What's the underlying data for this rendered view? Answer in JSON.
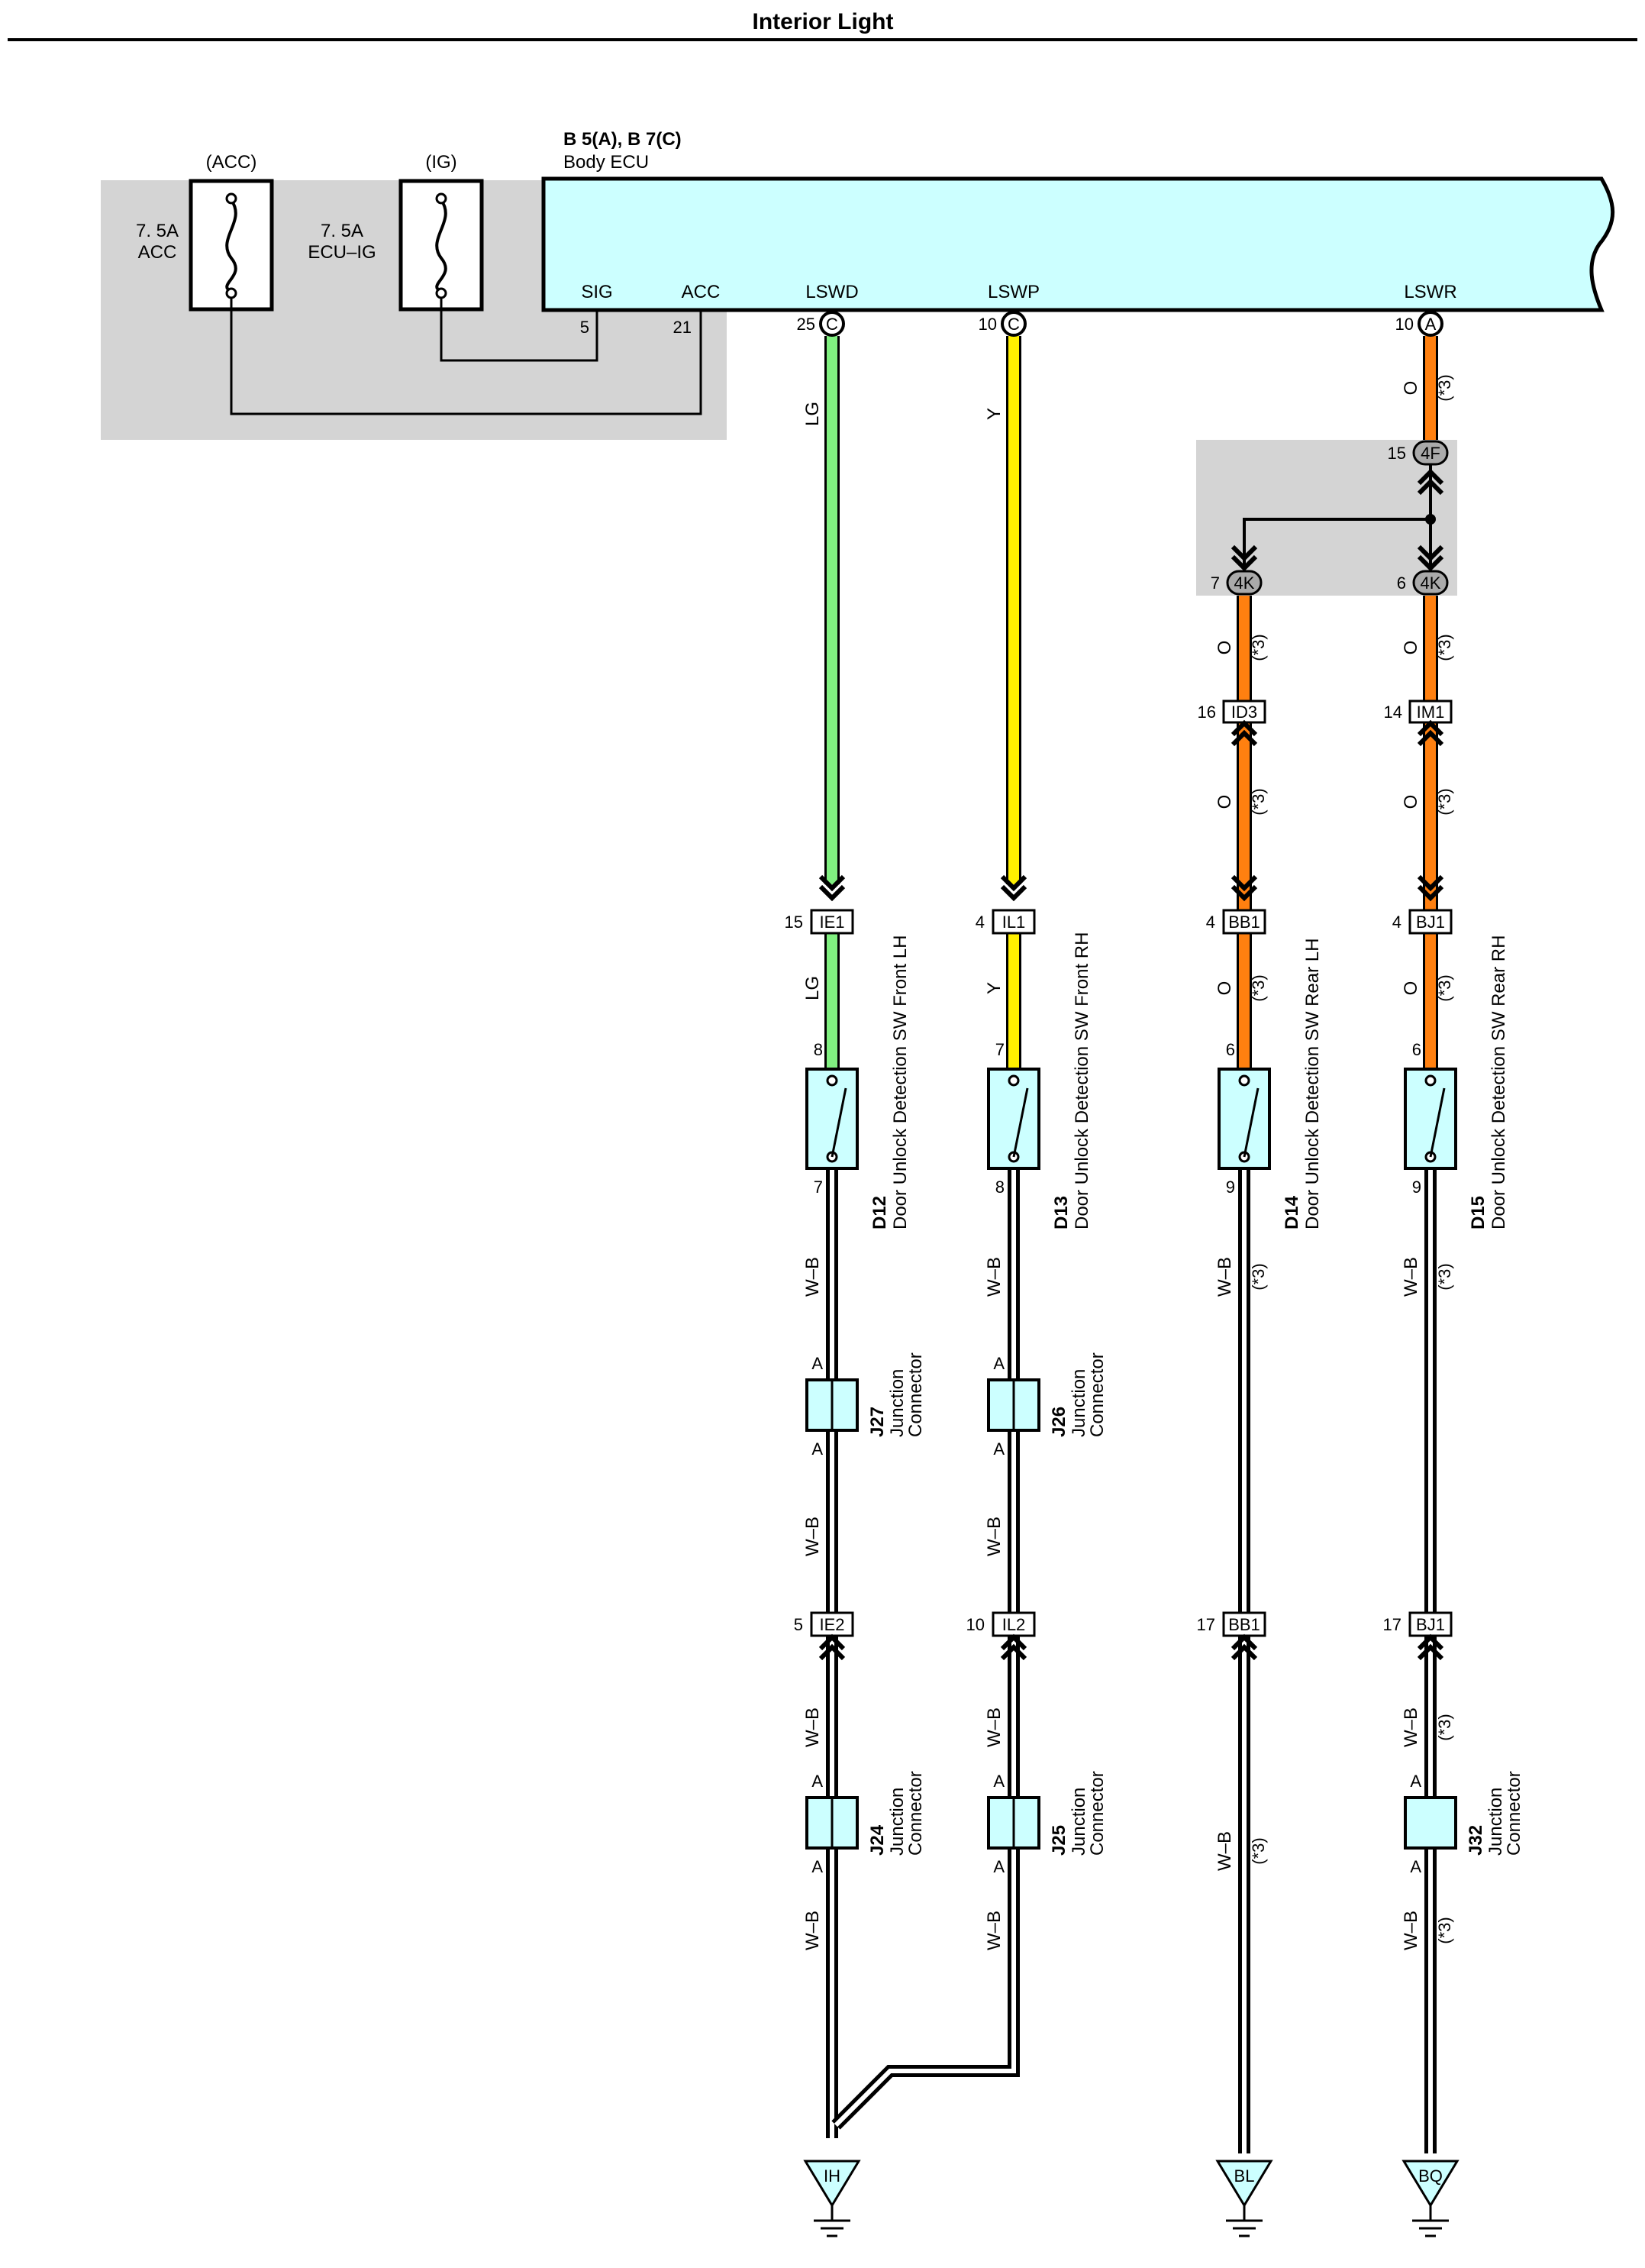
{
  "title": "Interior Light",
  "colors": {
    "ecu_fill": "#ccffff",
    "shade": "#d4d4d4",
    "LG": "#80f080",
    "Y": "#fff000",
    "O": "#ff8010"
  },
  "fuses": [
    {
      "position": "(ACC)",
      "rating": "7. 5A",
      "name": "ACC"
    },
    {
      "position": "(IG)",
      "rating": "7. 5A",
      "name": "ECU–IG"
    }
  ],
  "ecu": {
    "code": "B 5(A), B 7(C)",
    "name": "Body ECU",
    "terminals": {
      "sig": "SIG",
      "acc": "ACC",
      "lswd": "LSWD",
      "lswp": "LSWP",
      "lswr": "LSWR"
    },
    "pins": {
      "sig": "5",
      "acc": "21",
      "lswd_num": "25",
      "lswd_conn": "C",
      "lswp_num": "10",
      "lswp_conn": "C",
      "lswr_num": "10",
      "lswr_conn": "A"
    }
  },
  "note": "(*3)",
  "wire_colors": {
    "lg": "LG",
    "y": "Y",
    "o": "O",
    "wb": "W–B"
  },
  "junction_4f": {
    "pin": "15",
    "label": "4F"
  },
  "junction_4k": [
    {
      "pin": "7",
      "label": "4K"
    },
    {
      "pin": "6",
      "label": "4K"
    }
  ],
  "connectors": {
    "id3": {
      "pin": "16",
      "label": "ID3"
    },
    "im1": {
      "pin": "14",
      "label": "IM1"
    },
    "ie1": {
      "pin": "15",
      "label": "IE1"
    },
    "il1": {
      "pin": "4",
      "label": "IL1"
    },
    "bb1": {
      "pin": "4",
      "label": "BB1"
    },
    "bj1": {
      "pin": "4",
      "label": "BJ1"
    },
    "ie2": {
      "pin": "5",
      "label": "IE2"
    },
    "il2": {
      "pin": "10",
      "label": "IL2"
    },
    "bb1_lower": {
      "pin": "17",
      "label": "BB1"
    },
    "bj1_lower": {
      "pin": "17",
      "label": "BJ1"
    }
  },
  "switches": [
    {
      "code": "D12",
      "name": "Door Unlock Detection SW Front LH",
      "pin_top": "8",
      "pin_bottom": "7"
    },
    {
      "code": "D13",
      "name": "Door Unlock Detection SW Front RH",
      "pin_top": "7",
      "pin_bottom": "8"
    },
    {
      "code": "D14",
      "name": "Door Unlock Detection SW Rear LH",
      "pin_top": "6",
      "pin_bottom": "9"
    },
    {
      "code": "D15",
      "name": "Door Unlock Detection SW Rear RH",
      "pin_top": "6",
      "pin_bottom": "9"
    }
  ],
  "junction_connectors": {
    "j27": {
      "code": "J27",
      "line1": "Junction",
      "line2": "Connector",
      "pin_label": "A"
    },
    "j26": {
      "code": "J26",
      "line1": "Junction",
      "line2": "Connector",
      "pin_label": "A"
    },
    "j24": {
      "code": "J24",
      "line1": "Junction",
      "line2": "Connector",
      "pin_label": "A"
    },
    "j25": {
      "code": "J25",
      "line1": "Junction",
      "line2": "Connector",
      "pin_label": "A"
    },
    "j32": {
      "code": "J32",
      "line1": "Junction",
      "line2": "Connector",
      "pin_label": "A"
    }
  },
  "grounds": {
    "ih": "IH",
    "bl": "BL",
    "bq": "BQ"
  }
}
